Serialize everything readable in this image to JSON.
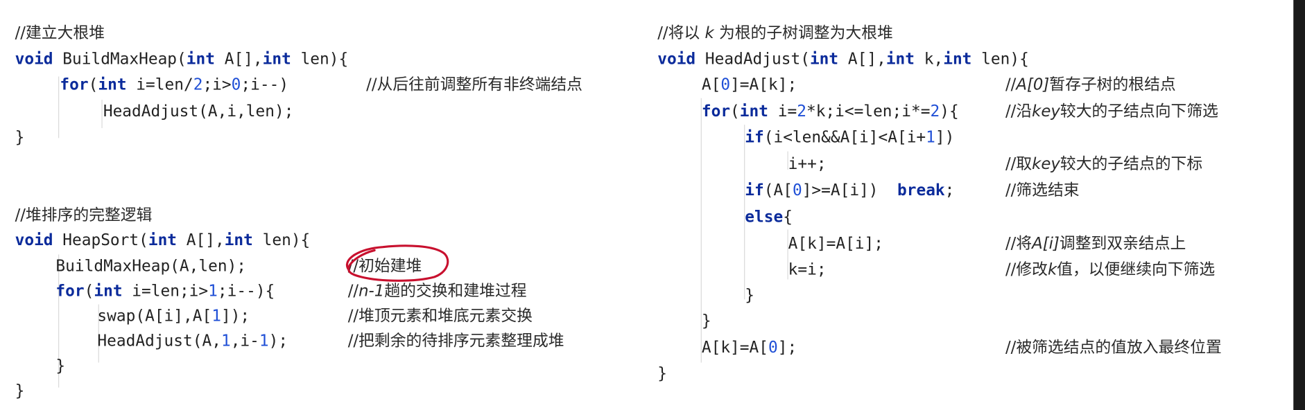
{
  "left": {
    "build_comment": "//建立大根堆",
    "build_code": [
      {
        "tokens": [
          [
            "k",
            "void"
          ],
          [
            "t",
            " BuildMaxHeap("
          ],
          [
            "k",
            "int"
          ],
          [
            "t",
            " A[],"
          ],
          [
            "k",
            "int"
          ],
          [
            "t",
            " len){"
          ]
        ]
      },
      {
        "tokens": [
          [
            "k",
            "for"
          ],
          [
            "t",
            "("
          ],
          [
            "k",
            "int"
          ],
          [
            "t",
            " i=len/"
          ],
          [
            "n",
            "2"
          ],
          [
            "t",
            ";i>"
          ],
          [
            "n",
            "0"
          ],
          [
            "t",
            ";i--)"
          ]
        ],
        "comment": "//从后往前调整所有非终端结点"
      },
      {
        "tokens": [
          [
            "t",
            "HeadAdjust(A,i,len);"
          ]
        ]
      },
      {
        "tokens": [
          [
            "t",
            "}"
          ]
        ]
      }
    ],
    "sort_comment": "//堆排序的完整逻辑",
    "sort_code": [
      {
        "tokens": [
          [
            "k",
            "void"
          ],
          [
            "t",
            " HeapSort("
          ],
          [
            "k",
            "int"
          ],
          [
            "t",
            " A[],"
          ],
          [
            "k",
            "int"
          ],
          [
            "t",
            " len){"
          ]
        ]
      },
      {
        "tokens": [
          [
            "t",
            "BuildMaxHeap(A,len);"
          ]
        ],
        "comment": "//初始建堆"
      },
      {
        "tokens": [
          [
            "k",
            "for"
          ],
          [
            "t",
            "("
          ],
          [
            "k",
            "int"
          ],
          [
            "t",
            " i=len;i>"
          ],
          [
            "n",
            "1"
          ],
          [
            "t",
            ";i--){"
          ]
        ],
        "comment_html_parts": [
          "//",
          "n-1",
          "趟的交换和建堆过程"
        ]
      },
      {
        "tokens": [
          [
            "t",
            "swap(A[i],A["
          ],
          [
            "n",
            "1"
          ],
          [
            "t",
            "]);"
          ]
        ],
        "comment": "//堆顶元素和堆底元素交换"
      },
      {
        "tokens": [
          [
            "t",
            "HeadAdjust(A,"
          ],
          [
            "n",
            "1"
          ],
          [
            "t",
            ",i-"
          ],
          [
            "n",
            "1"
          ],
          [
            "t",
            ");"
          ]
        ],
        "comment": "//把剩余的待排序元素整理成堆"
      },
      {
        "tokens": [
          [
            "t",
            "}"
          ]
        ]
      },
      {
        "tokens": [
          [
            "t",
            "}"
          ]
        ]
      }
    ]
  },
  "right": {
    "head_comment": "//将以 k 为根的子树调整为大根堆",
    "code": [
      {
        "tokens": [
          [
            "k",
            "void"
          ],
          [
            "t",
            " HeadAdjust("
          ],
          [
            "k",
            "int"
          ],
          [
            "t",
            " A[],"
          ],
          [
            "k",
            "int"
          ],
          [
            "t",
            " k,"
          ],
          [
            "k",
            "int"
          ],
          [
            "t",
            " len){"
          ]
        ]
      },
      {
        "tokens": [
          [
            "t",
            "A["
          ],
          [
            "n",
            "0"
          ],
          [
            "t",
            "]=A[k];"
          ]
        ],
        "comment": "//A[0]暂存子树的根结点"
      },
      {
        "tokens": [
          [
            "k",
            "for"
          ],
          [
            "t",
            "("
          ],
          [
            "k",
            "int"
          ],
          [
            "t",
            " i="
          ],
          [
            "n",
            "2"
          ],
          [
            "t",
            "*k;i<=len;i*="
          ],
          [
            "n",
            "2"
          ],
          [
            "t",
            "){"
          ]
        ],
        "comment": "//沿key较大的子结点向下筛选"
      },
      {
        "tokens": [
          [
            "k",
            "if"
          ],
          [
            "t",
            "(i<len&&A[i]<A[i+"
          ],
          [
            "n",
            "1"
          ],
          [
            "t",
            "])"
          ]
        ]
      },
      {
        "tokens": [
          [
            "t",
            "i++;"
          ]
        ],
        "comment": "//取key较大的子结点的下标"
      },
      {
        "tokens": [
          [
            "k",
            "if"
          ],
          [
            "t",
            "(A["
          ],
          [
            "n",
            "0"
          ],
          [
            "t",
            "]>=A[i])  "
          ],
          [
            "k",
            "break"
          ],
          [
            "t",
            ";"
          ]
        ],
        "comment": "//筛选结束"
      },
      {
        "tokens": [
          [
            "k",
            "else"
          ],
          [
            "t",
            "{"
          ]
        ]
      },
      {
        "tokens": [
          [
            "t",
            "A[k]=A[i];"
          ]
        ],
        "comment": "//将A[i]调整到双亲结点上"
      },
      {
        "tokens": [
          [
            "t",
            "k=i;"
          ]
        ],
        "comment": "//修改k值，以便继续向下筛选"
      },
      {
        "tokens": [
          [
            "t",
            "}"
          ]
        ]
      },
      {
        "tokens": [
          [
            "t",
            "}"
          ]
        ]
      },
      {
        "tokens": [
          [
            "t",
            "A[k]=A["
          ],
          [
            "n",
            "0"
          ],
          [
            "t",
            "];"
          ]
        ],
        "comment": "//被筛选结点的值放入最终位置"
      },
      {
        "tokens": [
          [
            "t",
            "}"
          ]
        ]
      }
    ]
  },
  "colors": {
    "keyword": "#0b2b9b",
    "number": "#1f4fd6",
    "annotation_circle": "#c8102e"
  }
}
